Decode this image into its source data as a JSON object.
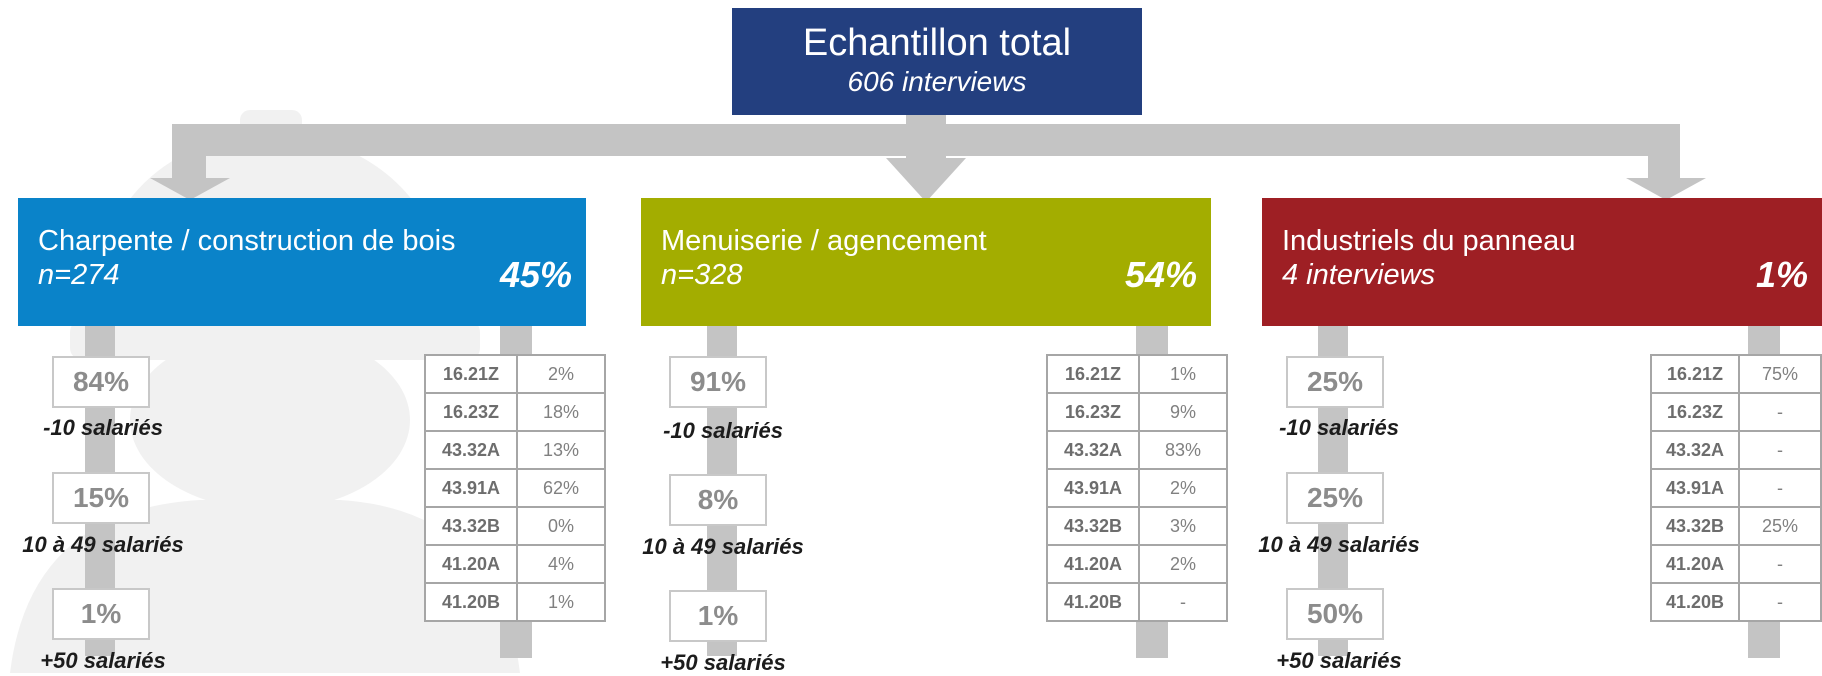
{
  "root": {
    "title": "Echantillon total",
    "subtitle": "606 interviews"
  },
  "groups": [
    {
      "name": "Charpente / construction de bois",
      "n": "n=274",
      "pct": "45%",
      "color": "#0a83c9",
      "sizes": [
        {
          "value": "84%",
          "label": "-10 salariés"
        },
        {
          "value": "15%",
          "label": "10 à 49 salariés"
        },
        {
          "value": "1%",
          "label": "+50 salariés"
        }
      ],
      "codes": [
        {
          "code": "16.21Z",
          "value": "2%"
        },
        {
          "code": "16.23Z",
          "value": "18%"
        },
        {
          "code": "43.32A",
          "value": "13%"
        },
        {
          "code": "43.91A",
          "value": "62%"
        },
        {
          "code": "43.32B",
          "value": "0%"
        },
        {
          "code": "41.20A",
          "value": "4%"
        },
        {
          "code": "41.20B",
          "value": "1%"
        }
      ]
    },
    {
      "name": "Menuiserie / agencement",
      "n": "n=328",
      "pct": "54%",
      "color": "#a3ad00",
      "sizes": [
        {
          "value": "91%",
          "label": "-10 salariés"
        },
        {
          "value": "8%",
          "label": "10 à 49 salariés"
        },
        {
          "value": "1%",
          "label": "+50 salariés"
        }
      ],
      "codes": [
        {
          "code": "16.21Z",
          "value": "1%"
        },
        {
          "code": "16.23Z",
          "value": "9%"
        },
        {
          "code": "43.32A",
          "value": "83%"
        },
        {
          "code": "43.91A",
          "value": "2%"
        },
        {
          "code": "43.32B",
          "value": "3%"
        },
        {
          "code": "41.20A",
          "value": "2%"
        },
        {
          "code": "41.20B",
          "value": "-"
        }
      ]
    },
    {
      "name": "Industriels du panneau",
      "n": "4 interviews",
      "pct": "1%",
      "color": "#9e1f24",
      "sizes": [
        {
          "value": "25%",
          "label": "-10 salariés"
        },
        {
          "value": "25%",
          "label": "10 à 49 salariés"
        },
        {
          "value": "50%",
          "label": "+50 salariés"
        }
      ],
      "codes": [
        {
          "code": "16.21Z",
          "value": "75%"
        },
        {
          "code": "16.23Z",
          "value": "-"
        },
        {
          "code": "43.32A",
          "value": "-"
        },
        {
          "code": "43.91A",
          "value": "-"
        },
        {
          "code": "43.32B",
          "value": "25%"
        },
        {
          "code": "41.20A",
          "value": "-"
        },
        {
          "code": "41.20B",
          "value": "-"
        }
      ]
    }
  ]
}
